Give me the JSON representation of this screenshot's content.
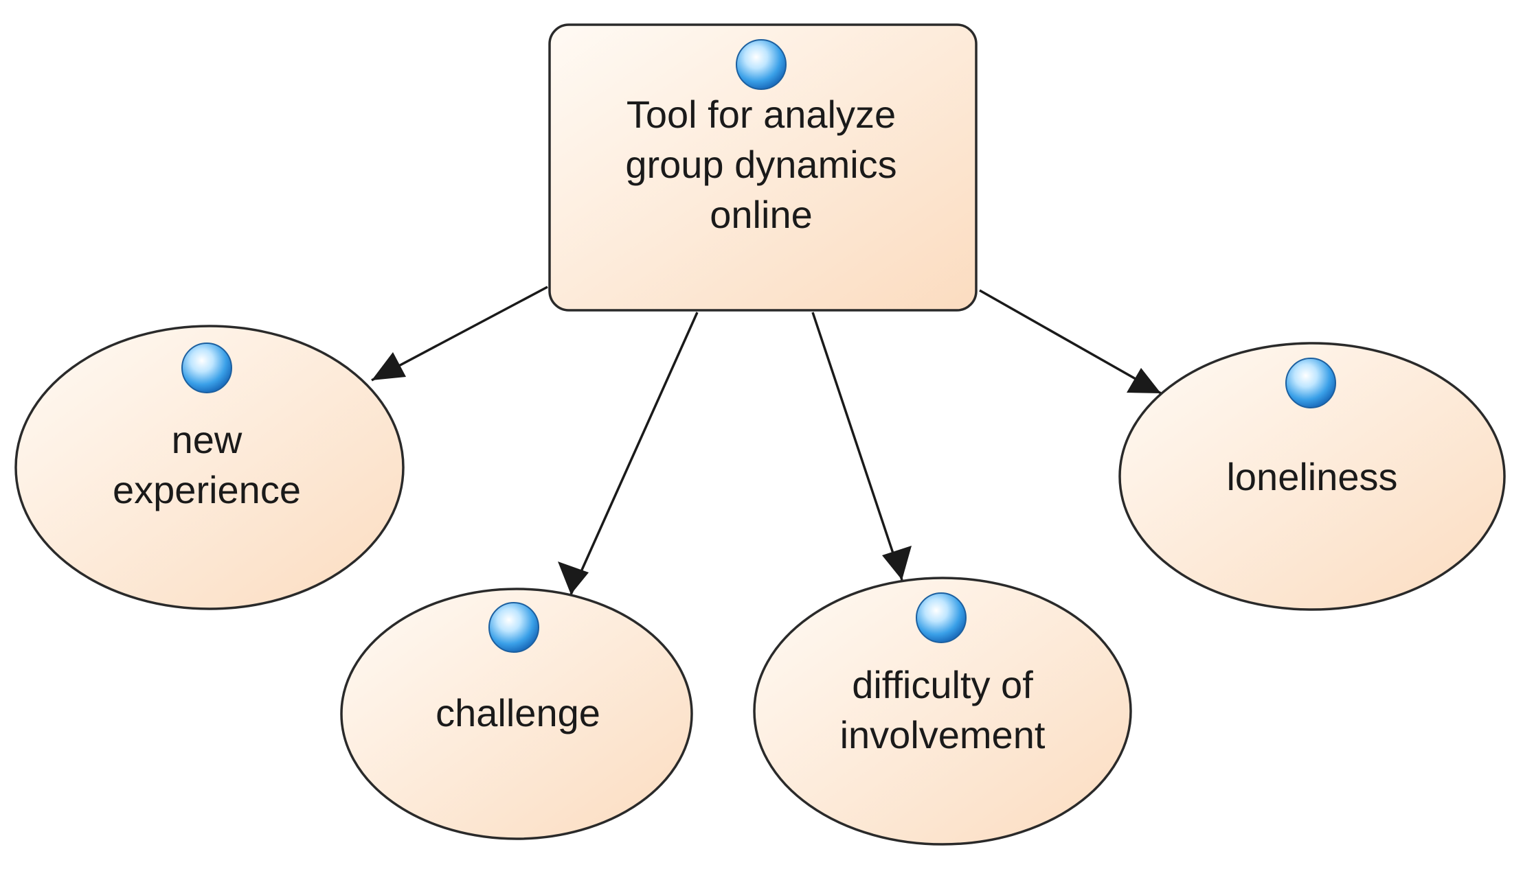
{
  "diagram": {
    "type": "concept-map",
    "colors": {
      "node_fill_light": "#fffaf4",
      "node_fill_dark": "#fbdcc0",
      "outline": "#2a2a2a",
      "arrow": "#1a1a1a",
      "marker_blue": "#3aa0e8"
    },
    "nodes": [
      {
        "id": "root",
        "shape": "rounded-rect",
        "icon": "blue-sphere-icon",
        "lines": [
          "Tool for analyze",
          "group dynamics",
          "online"
        ]
      },
      {
        "id": "new-experience",
        "shape": "ellipse",
        "icon": "blue-sphere-icon",
        "lines": [
          "new",
          "experience"
        ]
      },
      {
        "id": "challenge",
        "shape": "ellipse",
        "icon": "blue-sphere-icon",
        "lines": [
          "challenge"
        ]
      },
      {
        "id": "difficulty-of-involvement",
        "shape": "ellipse",
        "icon": "blue-sphere-icon",
        "lines": [
          "difficulty of",
          "involvement"
        ]
      },
      {
        "id": "loneliness",
        "shape": "ellipse",
        "icon": "blue-sphere-icon",
        "lines": [
          "loneliness"
        ]
      }
    ],
    "edges": [
      {
        "from": "root",
        "to": "new-experience"
      },
      {
        "from": "root",
        "to": "challenge"
      },
      {
        "from": "root",
        "to": "difficulty-of-involvement"
      },
      {
        "from": "root",
        "to": "loneliness"
      }
    ]
  }
}
